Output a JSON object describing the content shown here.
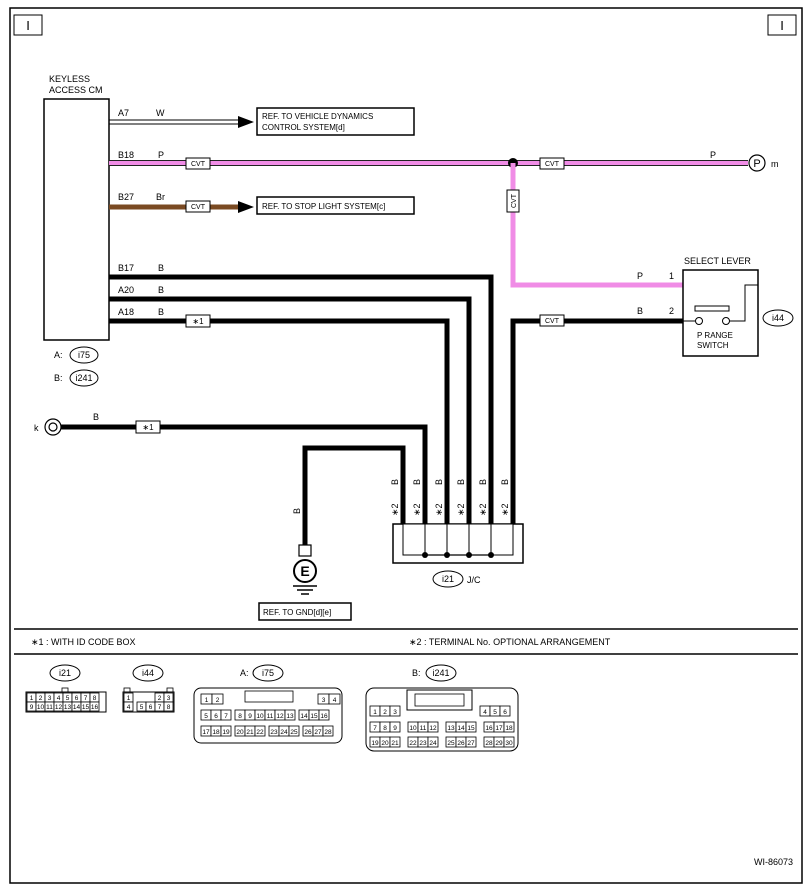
{
  "page": {
    "corner_left": "I",
    "corner_right": "I",
    "figure_id": "WI-86073"
  },
  "ecu": {
    "title_line1": "KEYLESS",
    "title_line2": "ACCESS CM",
    "conn_a_prefix": "A:",
    "conn_a": "i75",
    "conn_b_prefix": "B:",
    "conn_b": "i241"
  },
  "wires": [
    {
      "pin": "A7",
      "color": "W"
    },
    {
      "pin": "B18",
      "color": "P"
    },
    {
      "pin": "B27",
      "color": "Br"
    },
    {
      "pin": "B17",
      "color": "B"
    },
    {
      "pin": "A20",
      "color": "B"
    },
    {
      "pin": "A18",
      "color": "B"
    }
  ],
  "refs": {
    "vdc_line1": "REF. TO VEHICLE DYNAMICS",
    "vdc_line2": "CONTROL SYSTEM[d]",
    "stop": "REF. TO STOP LIGHT SYSTEM[c]",
    "gnd": "REF. TO GND[d][e]"
  },
  "tags": {
    "cvt": "CVT",
    "star1": "∗1",
    "star2": "∗2"
  },
  "connectors": {
    "p_letter": "P",
    "p_label": "m",
    "p_wire": "P",
    "k_label": "k",
    "k_wire": "B",
    "ground_letter": "E",
    "ground_wire": "B"
  },
  "select_lever": {
    "title": "SELECT LEVER",
    "pin1": "1",
    "pin1_color": "P",
    "pin2": "2",
    "pin2_color": "B",
    "switch_line1": "P RANGE",
    "switch_line2": "SWITCH",
    "connector": "i44"
  },
  "jc": {
    "connector": "i21",
    "label": "J/C",
    "wire_colors": [
      "B",
      "B",
      "B",
      "B",
      "B",
      "B"
    ]
  },
  "notes": {
    "note1": "∗1  : WITH ID CODE BOX",
    "note2": "∗2  : TERMINAL No. OPTIONAL ARRANGEMENT"
  },
  "connector_views": {
    "i21": {
      "name": "i21",
      "row1": [
        "1",
        "2",
        "3",
        "4",
        "5",
        "6",
        "7",
        "8"
      ],
      "row2": [
        "9",
        "10",
        "11",
        "12",
        "13",
        "14",
        "15",
        "16"
      ]
    },
    "i44": {
      "name": "i44",
      "row1": [
        "1",
        "",
        "2",
        "3"
      ],
      "row2": [
        "4",
        "5",
        "6",
        "7",
        "8"
      ]
    },
    "i75": {
      "prefix": "A:",
      "name": "i75",
      "row1": [
        "1",
        "2",
        "3",
        "4"
      ],
      "row2": [
        "5",
        "6",
        "7",
        "8",
        "9",
        "10",
        "11",
        "12",
        "13",
        "14",
        "15",
        "16"
      ],
      "row3": [
        "17",
        "18",
        "19",
        "20",
        "21",
        "22",
        "23",
        "24",
        "25",
        "26",
        "27",
        "28"
      ]
    },
    "i241": {
      "prefix": "B:",
      "name": "i241",
      "row1": [
        "1",
        "2",
        "3",
        "4",
        "5",
        "6"
      ],
      "row2": [
        "7",
        "8",
        "9",
        "10",
        "11",
        "12",
        "13",
        "14",
        "15",
        "16",
        "17",
        "18"
      ],
      "row3": [
        "19",
        "20",
        "21",
        "22",
        "23",
        "24",
        "25",
        "26",
        "27",
        "28",
        "29",
        "30"
      ]
    }
  }
}
